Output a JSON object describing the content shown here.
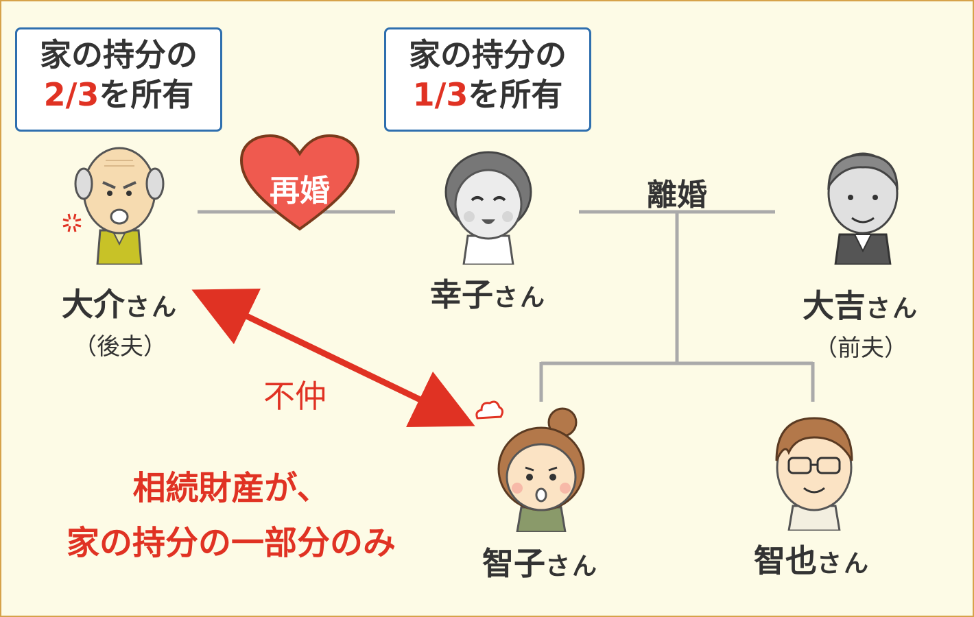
{
  "share_boxes": {
    "daisuke": {
      "line1": "家の持分の",
      "fraction": "2/3",
      "suffix": "を所有"
    },
    "sachiko": {
      "line1": "家の持分の",
      "fraction": "1/3",
      "suffix": "を所有"
    }
  },
  "relations": {
    "remarriage": "再婚",
    "divorce": "離婚",
    "conflict": "不仲"
  },
  "people": {
    "daisuke": {
      "name": "大介",
      "honorific": "さん",
      "role": "（後夫）"
    },
    "sachiko": {
      "name": "幸子",
      "honorific": "さん"
    },
    "daikichi": {
      "name": "大吉",
      "honorific": "さん",
      "role": "（前夫）"
    },
    "tomoko": {
      "name": "智子",
      "honorific": "さん"
    },
    "tomoya": {
      "name": "智也",
      "honorific": "さん"
    }
  },
  "note": {
    "line1": "相続財産が、",
    "line2": "家の持分の一部分のみ"
  },
  "colors": {
    "accent_red": "#e03223",
    "box_border": "#2f6fae",
    "line_gray": "#aaaaaa",
    "heart": "#ef5a4f",
    "background": "#fdfbe6"
  }
}
